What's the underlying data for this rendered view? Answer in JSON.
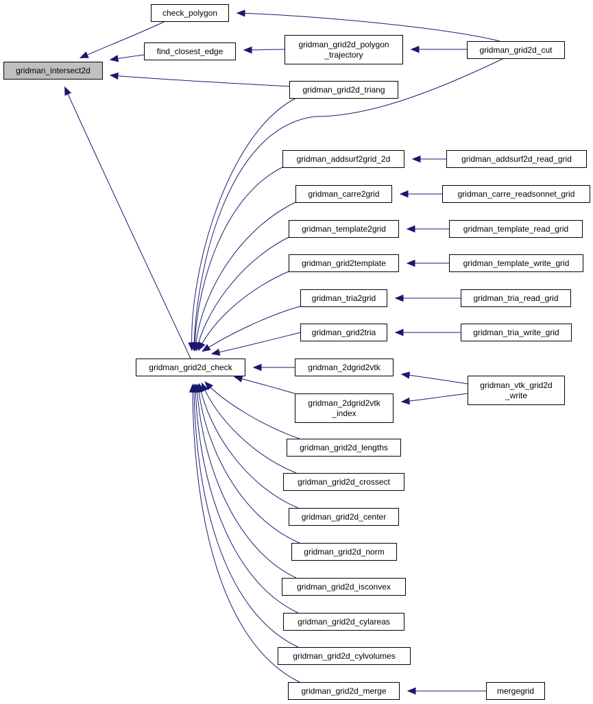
{
  "colors": {
    "edge": "#191970",
    "root_fill": "#bfbfbf",
    "node_fill": "#ffffff",
    "node_stroke": "#000000"
  },
  "nodes": [
    {
      "id": "gridman_intersect2d",
      "lines": [
        "gridman_intersect2d"
      ],
      "root": true
    },
    {
      "id": "check_polygon",
      "lines": [
        "check_polygon"
      ]
    },
    {
      "id": "find_closest_edge",
      "lines": [
        "find_closest_edge"
      ]
    },
    {
      "id": "gridman_grid2d_polygon_trajectory",
      "lines": [
        "gridman_grid2d_polygon",
        "_trajectory"
      ]
    },
    {
      "id": "gridman_grid2d_cut",
      "lines": [
        "gridman_grid2d_cut"
      ]
    },
    {
      "id": "gridman_grid2d_triang",
      "lines": [
        "gridman_grid2d_triang"
      ]
    },
    {
      "id": "gridman_addsurf2grid_2d",
      "lines": [
        "gridman_addsurf2grid_2d"
      ]
    },
    {
      "id": "gridman_addsurf2d_read_grid",
      "lines": [
        "gridman_addsurf2d_read_grid"
      ]
    },
    {
      "id": "gridman_carre2grid",
      "lines": [
        "gridman_carre2grid"
      ]
    },
    {
      "id": "gridman_carre_readsonnet_grid",
      "lines": [
        "gridman_carre_readsonnet_grid"
      ]
    },
    {
      "id": "gridman_template2grid",
      "lines": [
        "gridman_template2grid"
      ]
    },
    {
      "id": "gridman_template_read_grid",
      "lines": [
        "gridman_template_read_grid"
      ]
    },
    {
      "id": "gridman_grid2template",
      "lines": [
        "gridman_grid2template"
      ]
    },
    {
      "id": "gridman_template_write_grid",
      "lines": [
        "gridman_template_write_grid"
      ]
    },
    {
      "id": "gridman_tria2grid",
      "lines": [
        "gridman_tria2grid"
      ]
    },
    {
      "id": "gridman_tria_read_grid",
      "lines": [
        "gridman_tria_read_grid"
      ]
    },
    {
      "id": "gridman_grid2tria",
      "lines": [
        "gridman_grid2tria"
      ]
    },
    {
      "id": "gridman_tria_write_grid",
      "lines": [
        "gridman_tria_write_grid"
      ]
    },
    {
      "id": "gridman_grid2d_check",
      "lines": [
        "gridman_grid2d_check"
      ]
    },
    {
      "id": "gridman_2dgrid2vtk",
      "lines": [
        "gridman_2dgrid2vtk"
      ]
    },
    {
      "id": "gridman_2dgrid2vtk_index",
      "lines": [
        "gridman_2dgrid2vtk",
        "_index"
      ]
    },
    {
      "id": "gridman_vtk_grid2d_write",
      "lines": [
        "gridman_vtk_grid2d",
        "_write"
      ]
    },
    {
      "id": "gridman_grid2d_lengths",
      "lines": [
        "gridman_grid2d_lengths"
      ]
    },
    {
      "id": "gridman_grid2d_crossect",
      "lines": [
        "gridman_grid2d_crossect"
      ]
    },
    {
      "id": "gridman_grid2d_center",
      "lines": [
        "gridman_grid2d_center"
      ]
    },
    {
      "id": "gridman_grid2d_norm",
      "lines": [
        "gridman_grid2d_norm"
      ]
    },
    {
      "id": "gridman_grid2d_isconvex",
      "lines": [
        "gridman_grid2d_isconvex"
      ]
    },
    {
      "id": "gridman_grid2d_cylareas",
      "lines": [
        "gridman_grid2d_cylareas"
      ]
    },
    {
      "id": "gridman_grid2d_cylvolumes",
      "lines": [
        "gridman_grid2d_cylvolumes"
      ]
    },
    {
      "id": "gridman_grid2d_merge",
      "lines": [
        "gridman_grid2d_merge"
      ]
    },
    {
      "id": "mergegrid",
      "lines": [
        "mergegrid"
      ]
    }
  ],
  "edges": [
    {
      "from": "check_polygon",
      "to": "gridman_intersect2d"
    },
    {
      "from": "find_closest_edge",
      "to": "gridman_intersect2d"
    },
    {
      "from": "gridman_grid2d_triang",
      "to": "gridman_intersect2d"
    },
    {
      "from": "gridman_grid2d_check",
      "to": "gridman_intersect2d"
    },
    {
      "from": "gridman_grid2d_cut",
      "to": "check_polygon"
    },
    {
      "from": "gridman_grid2d_polygon_trajectory",
      "to": "find_closest_edge"
    },
    {
      "from": "gridman_grid2d_cut",
      "to": "gridman_grid2d_polygon_trajectory"
    },
    {
      "from": "gridman_grid2d_triang",
      "to": "gridman_grid2d_check"
    },
    {
      "from": "gridman_grid2d_cut",
      "to": "gridman_grid2d_check"
    },
    {
      "from": "gridman_addsurf2grid_2d",
      "to": "gridman_grid2d_check"
    },
    {
      "from": "gridman_addsurf2d_read_grid",
      "to": "gridman_addsurf2grid_2d"
    },
    {
      "from": "gridman_carre2grid",
      "to": "gridman_grid2d_check"
    },
    {
      "from": "gridman_carre_readsonnet_grid",
      "to": "gridman_carre2grid"
    },
    {
      "from": "gridman_template2grid",
      "to": "gridman_grid2d_check"
    },
    {
      "from": "gridman_template_read_grid",
      "to": "gridman_template2grid"
    },
    {
      "from": "gridman_grid2template",
      "to": "gridman_grid2d_check"
    },
    {
      "from": "gridman_template_write_grid",
      "to": "gridman_grid2template"
    },
    {
      "from": "gridman_tria2grid",
      "to": "gridman_grid2d_check"
    },
    {
      "from": "gridman_tria_read_grid",
      "to": "gridman_tria2grid"
    },
    {
      "from": "gridman_grid2tria",
      "to": "gridman_grid2d_check"
    },
    {
      "from": "gridman_tria_write_grid",
      "to": "gridman_grid2tria"
    },
    {
      "from": "gridman_2dgrid2vtk",
      "to": "gridman_grid2d_check"
    },
    {
      "from": "gridman_2dgrid2vtk_index",
      "to": "gridman_grid2d_check"
    },
    {
      "from": "gridman_vtk_grid2d_write",
      "to": "gridman_2dgrid2vtk"
    },
    {
      "from": "gridman_vtk_grid2d_write",
      "to": "gridman_2dgrid2vtk_index"
    },
    {
      "from": "gridman_grid2d_lengths",
      "to": "gridman_grid2d_check"
    },
    {
      "from": "gridman_grid2d_crossect",
      "to": "gridman_grid2d_check"
    },
    {
      "from": "gridman_grid2d_center",
      "to": "gridman_grid2d_check"
    },
    {
      "from": "gridman_grid2d_norm",
      "to": "gridman_grid2d_check"
    },
    {
      "from": "gridman_grid2d_isconvex",
      "to": "gridman_grid2d_check"
    },
    {
      "from": "gridman_grid2d_cylareas",
      "to": "gridman_grid2d_check"
    },
    {
      "from": "gridman_grid2d_cylvolumes",
      "to": "gridman_grid2d_check"
    },
    {
      "from": "gridman_grid2d_merge",
      "to": "gridman_grid2d_check"
    },
    {
      "from": "mergegrid",
      "to": "gridman_grid2d_merge"
    }
  ]
}
